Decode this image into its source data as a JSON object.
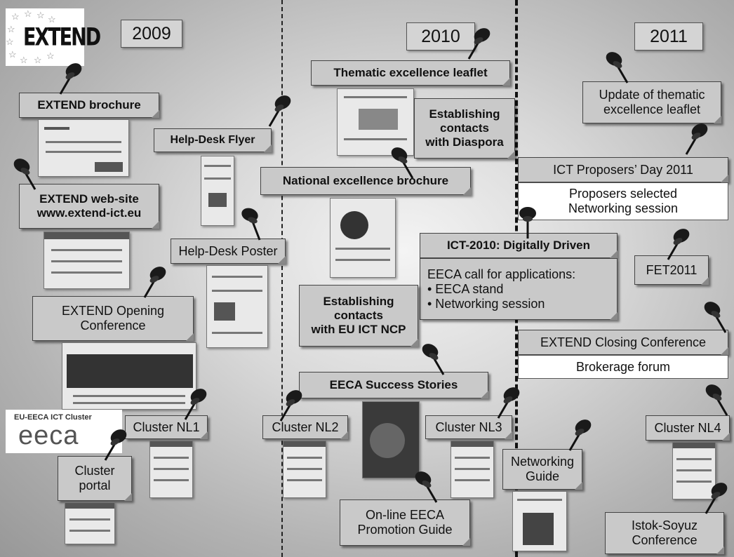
{
  "years": [
    "2009",
    "2010",
    "2011"
  ],
  "logos": {
    "extend": "EXTEND",
    "cluster_top": "EU-EECA ICT Cluster",
    "cluster_word": "eeca"
  },
  "notes": {
    "extend_brochure": "EXTEND brochure",
    "helpdesk_flyer": "Help-Desk Flyer",
    "website_1": "EXTEND web-site",
    "website_2": "www.extend-ict.eu",
    "helpdesk_poster": "Help-Desk Poster",
    "opening_1": "EXTEND Opening",
    "opening_2": "Conference",
    "cluster_nl1": "Cluster NL1",
    "cluster_portal_1": "Cluster",
    "cluster_portal_2": "portal",
    "thematic_leaflet": "Thematic excellence leaflet",
    "diaspora_1": "Establishing",
    "diaspora_2": "contacts",
    "diaspora_3": "with Diaspora",
    "national_brochure": "National excellence brochure",
    "ict2010_title": "ICT-2010: Digitally Driven",
    "ict2010_line1": "EECA call for applications:",
    "ict2010_line2": "• EECA stand",
    "ict2010_line3": "• Networking session",
    "ncp_1": "Establishing",
    "ncp_2": "contacts",
    "ncp_3": "with EU ICT NCP",
    "success_stories": "EECA Success Stories",
    "cluster_nl2": "Cluster NL2",
    "cluster_nl3": "Cluster NL3",
    "networking_guide_1": "Networking",
    "networking_guide_2": "Guide",
    "promo_guide_1": "On-line EECA",
    "promo_guide_2": "Promotion Guide",
    "update_leaflet_1": "Update of thematic",
    "update_leaflet_2": "excellence leaflet",
    "proposers_day": "ICT Proposers’ Day 2011",
    "proposers_sub_1": "Proposers selected",
    "proposers_sub_2": "Networking session",
    "fet2011": "FET2011",
    "closing_conf": "EXTEND Closing Conference",
    "brokerage": "Brokerage forum",
    "cluster_nl4": "Cluster NL4",
    "istok_1": "Istok-Soyuz",
    "istok_2": "Conference"
  }
}
